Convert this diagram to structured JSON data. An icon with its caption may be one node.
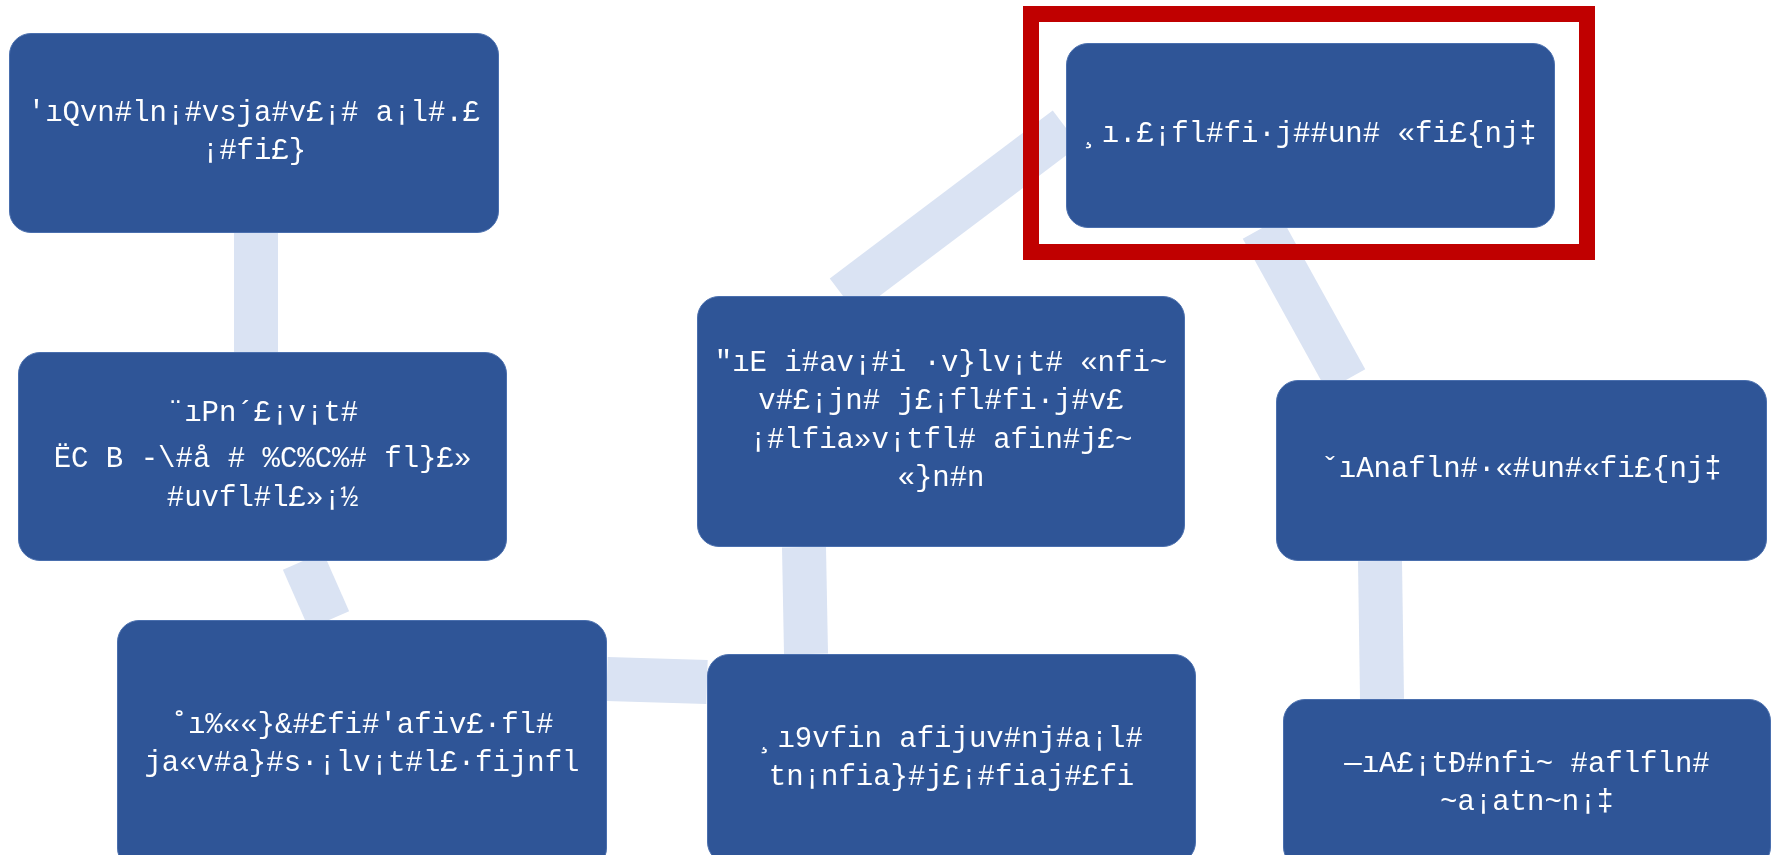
{
  "diagram": {
    "nodes": [
      {
        "text": [
          "'ıQvn#ln¡#vsja#v£¡# a¡l#.£¡#fi£}"
        ]
      },
      {
        "text": [
          "¸ı.£¡fl#fi·j##un# «fi£{nj‡"
        ]
      },
      {
        "text": [
          "¨ıPn´£¡v¡t#",
          "ËC B -\\#å # %C%C%# fl}£» #uvfl#l£»¡½"
        ]
      },
      {
        "text": [
          "″ıE i#av¡#i ·v}lv¡t# «nfi~ v#£¡jn# j£¡fl#fi·j#v£¡#lfia»v¡tfl# afin#j£~ «}n#n"
        ]
      },
      {
        "text": [
          "ˇıAnafln#·«#un#«fi£{nj‡"
        ]
      },
      {
        "text": [
          "˚ı%««}&#£fi#'afiv£·fl# ja«v#a}#s·¡lv¡t#l£·fijnfl"
        ]
      },
      {
        "text": [
          "¸ı9vfin afijuv#nj#a¡l# tn¡nfia}#j£¡#fiaj#£fi"
        ]
      },
      {
        "text": [
          "—ıA£¡tÐ#nfi~ #aflfln# ~a¡atn~n¡‡"
        ]
      }
    ],
    "edges": [
      {
        "from": 0,
        "to": 2,
        "arrow": "none"
      },
      {
        "from": 2,
        "to": 5,
        "arrow": "none"
      },
      {
        "from": 5,
        "to": 6,
        "arrow": "none"
      },
      {
        "from": 6,
        "to": 3,
        "arrow": "none"
      },
      {
        "from": 3,
        "to": 1,
        "arrow": "none"
      },
      {
        "from": 1,
        "to": 4,
        "arrow": "none"
      },
      {
        "from": 4,
        "to": 7,
        "arrow": "none"
      }
    ]
  }
}
